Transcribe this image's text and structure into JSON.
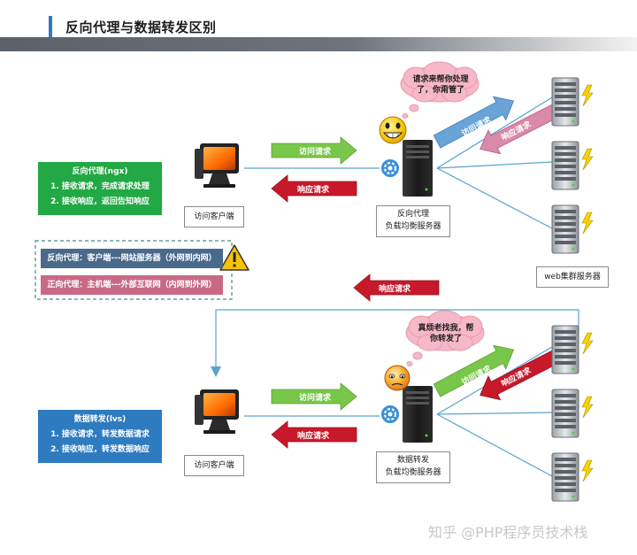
{
  "header": {
    "title": "反向代理与数据转发区别"
  },
  "top": {
    "client_label": "访问客户端",
    "proxy_label_line1": "反向代理",
    "proxy_label_line2": "负载均衡服务器",
    "request_arrow": "访问请求",
    "response_arrow": "响应请求",
    "cloud_line1": "请求来帮你处理",
    "cloud_line2": "了，你甭管了",
    "diag_request": "访问请求",
    "diag_response": "响应请求",
    "card": {
      "title": "反向代理(ngx)",
      "line1": "1. 接收请求，完成请求处理",
      "line2": "2. 接收响应，返回告知响应"
    }
  },
  "compare": {
    "reverse": "反向代理：客户端---网站服务器（外网到内网）",
    "forward": "正向代理：主机端---外部互联网（内网到外网）"
  },
  "cluster_label": "web集群服务器",
  "middle_response": "响应请求",
  "bottom": {
    "client_label": "访问客户端",
    "proxy_label_line1": "数据转发",
    "proxy_label_line2": "负载均衡服务器",
    "request_arrow": "访问请求",
    "response_arrow": "响应请求",
    "cloud_line1": "真烦老找我，帮",
    "cloud_line2": "你转发了",
    "diag_request": "访问请求",
    "diag_response": "响应请求",
    "card": {
      "title": "数据转发(lvs)",
      "line1": "1. 接收请求，转发数据请求",
      "line2": "2. 接收响应，转发数据响应"
    }
  },
  "watermark": "知乎 @PHP程序员技术栈",
  "colors": {
    "green": "#22a844",
    "blue": "#2e7bc0",
    "slate": "#4a6a8c",
    "pink": "#c86a86",
    "red": "#c8192a",
    "arrow_green": "#79c74a",
    "arrow_blue": "#6aa3d8",
    "arrow_pink": "#d98aa8"
  }
}
